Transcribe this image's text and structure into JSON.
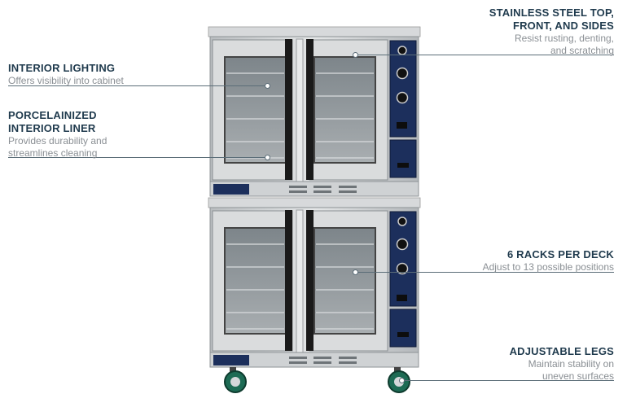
{
  "callouts": {
    "interior_lighting": {
      "title": "INTERIOR LIGHTING",
      "desc": "Offers visibility into cabinet"
    },
    "liner": {
      "title_line1": "PORCELAINIZED",
      "title_line2": "INTERIOR LINER",
      "desc_line1": "Provides durability and",
      "desc_line2": "streamlines cleaning"
    },
    "stainless": {
      "title_line1": "STAINLESS STEEL TOP,",
      "title_line2": "FRONT, AND SIDES",
      "desc_line1": "Resist rusting, denting,",
      "desc_line2": "and scratching"
    },
    "racks": {
      "title": "6 RACKS PER DECK",
      "desc": "Adjust to 13 possible positions"
    },
    "legs": {
      "title": "ADJUSTABLE LEGS",
      "desc_line1": "Maintain stability on",
      "desc_line2": "uneven surfaces"
    }
  },
  "colors": {
    "heading": "#1f3a4d",
    "subtext": "#8a8f94",
    "control_panel": "#1c2f5c",
    "steel": "#c9ccce"
  },
  "icons": [
    "oven-illustration",
    "control-knob-icon",
    "caster-wheel-icon"
  ]
}
